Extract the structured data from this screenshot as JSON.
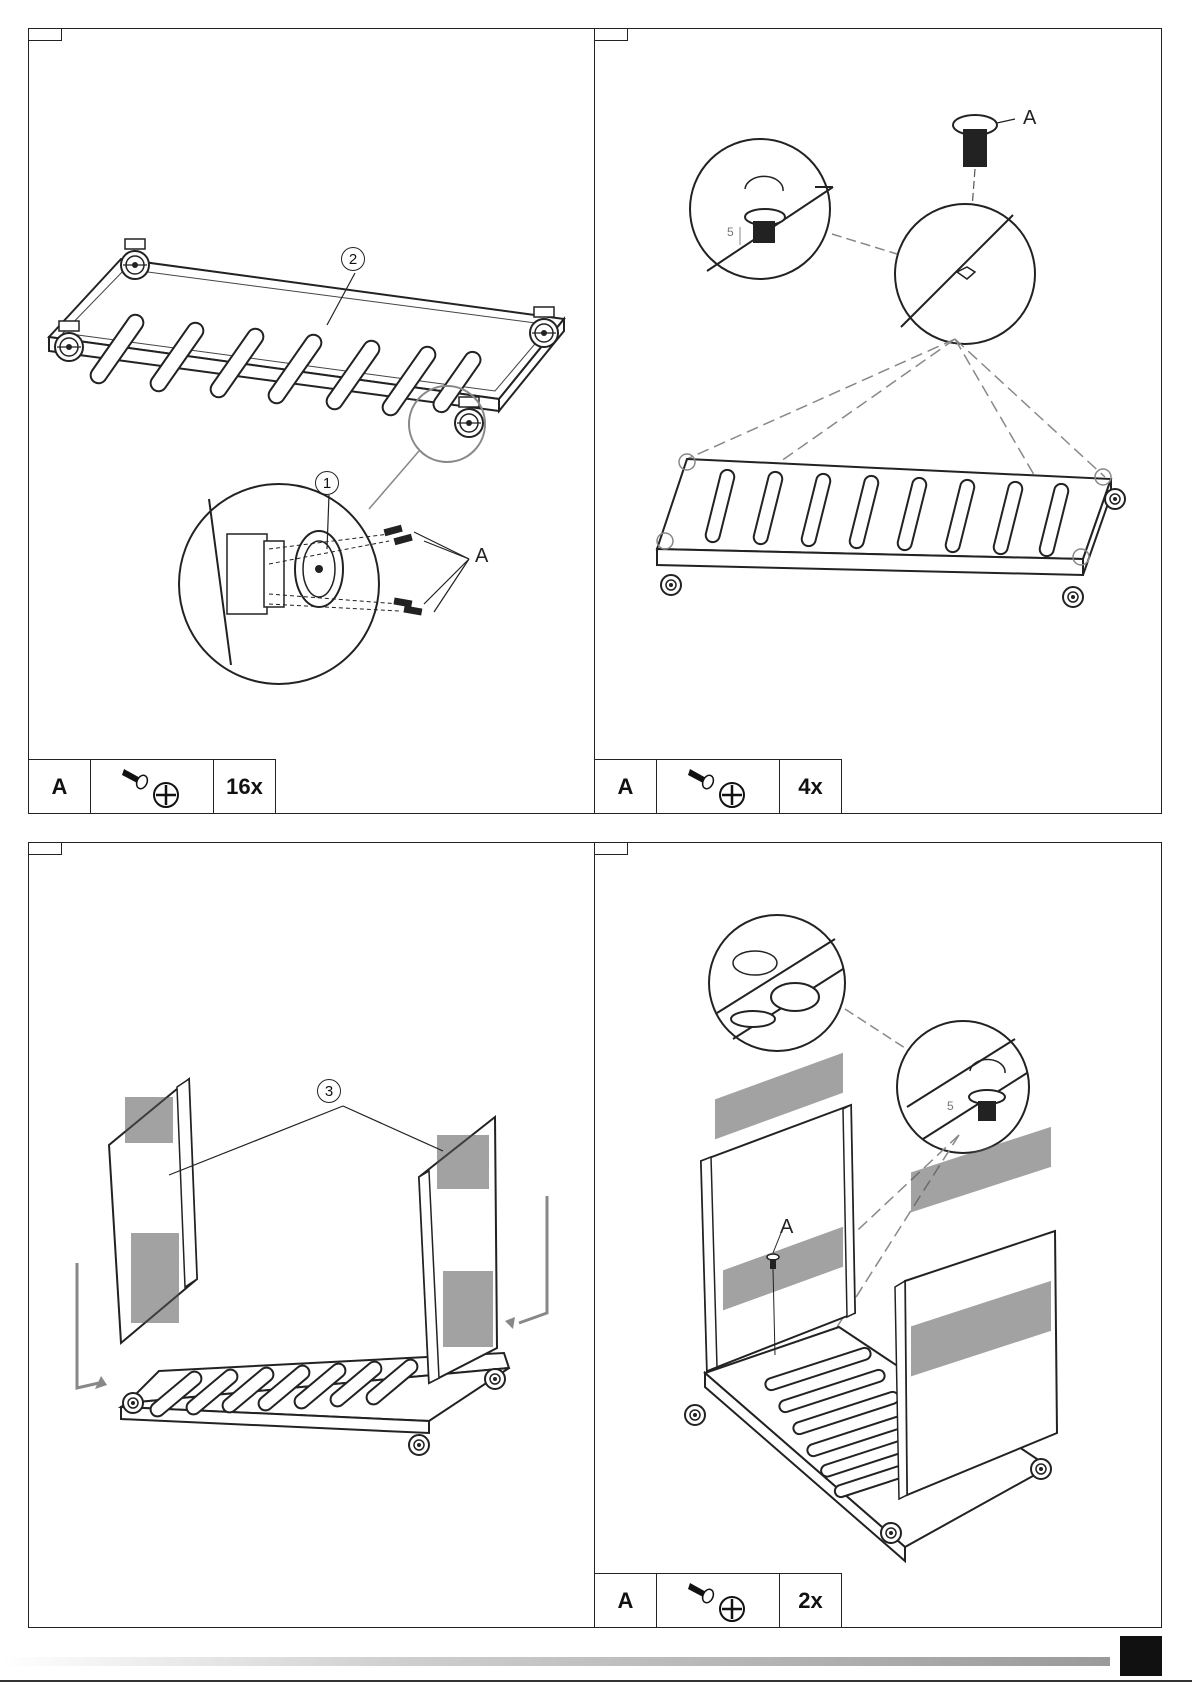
{
  "panels": [
    {
      "callouts": {
        "part_one": "1",
        "part_two": "2",
        "fastener": "A"
      },
      "parts": {
        "letter": "A",
        "icon": "screw-icon",
        "quantity": "16x"
      }
    },
    {
      "callouts": {
        "fastener": "A",
        "dimension": "5"
      },
      "parts": {
        "letter": "A",
        "icon": "screw-icon",
        "quantity": "4x"
      }
    },
    {
      "callouts": {
        "part_three": "3"
      }
    },
    {
      "callouts": {
        "fastener": "A",
        "dimension": "5"
      },
      "parts": {
        "letter": "A",
        "icon": "screw-icon",
        "quantity": "2x"
      }
    }
  ]
}
